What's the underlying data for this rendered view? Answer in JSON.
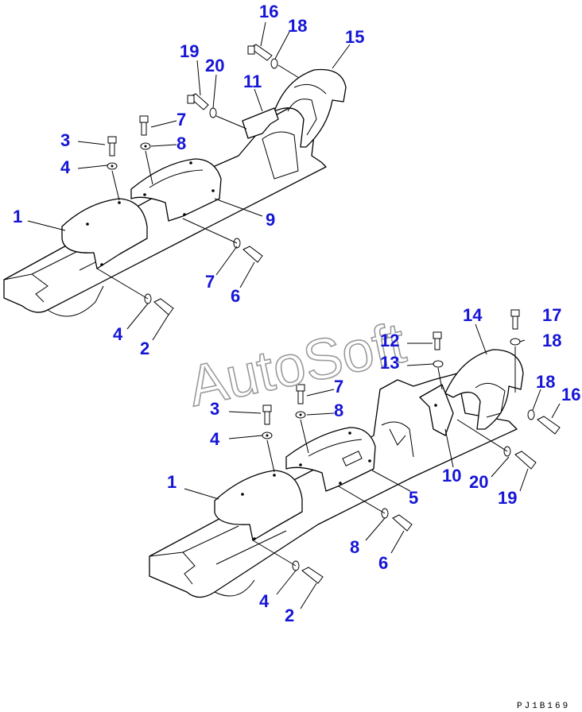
{
  "watermark": "AutoSoft",
  "drawing_code": "PJ1B169",
  "colors": {
    "label": "#1515d6",
    "line": "#000000",
    "watermark": "#9a9a9a"
  },
  "upper_assembly": {
    "labels": [
      "16",
      "18",
      "15",
      "19",
      "20",
      "11",
      "7",
      "3",
      "8",
      "4",
      "1",
      "9",
      "7",
      "6",
      "4",
      "2"
    ]
  },
  "lower_assembly": {
    "labels": [
      "14",
      "17",
      "12",
      "18",
      "13",
      "7",
      "3",
      "8",
      "18",
      "16",
      "4",
      "1",
      "10",
      "20",
      "5",
      "19",
      "8",
      "6",
      "4",
      "2"
    ]
  }
}
